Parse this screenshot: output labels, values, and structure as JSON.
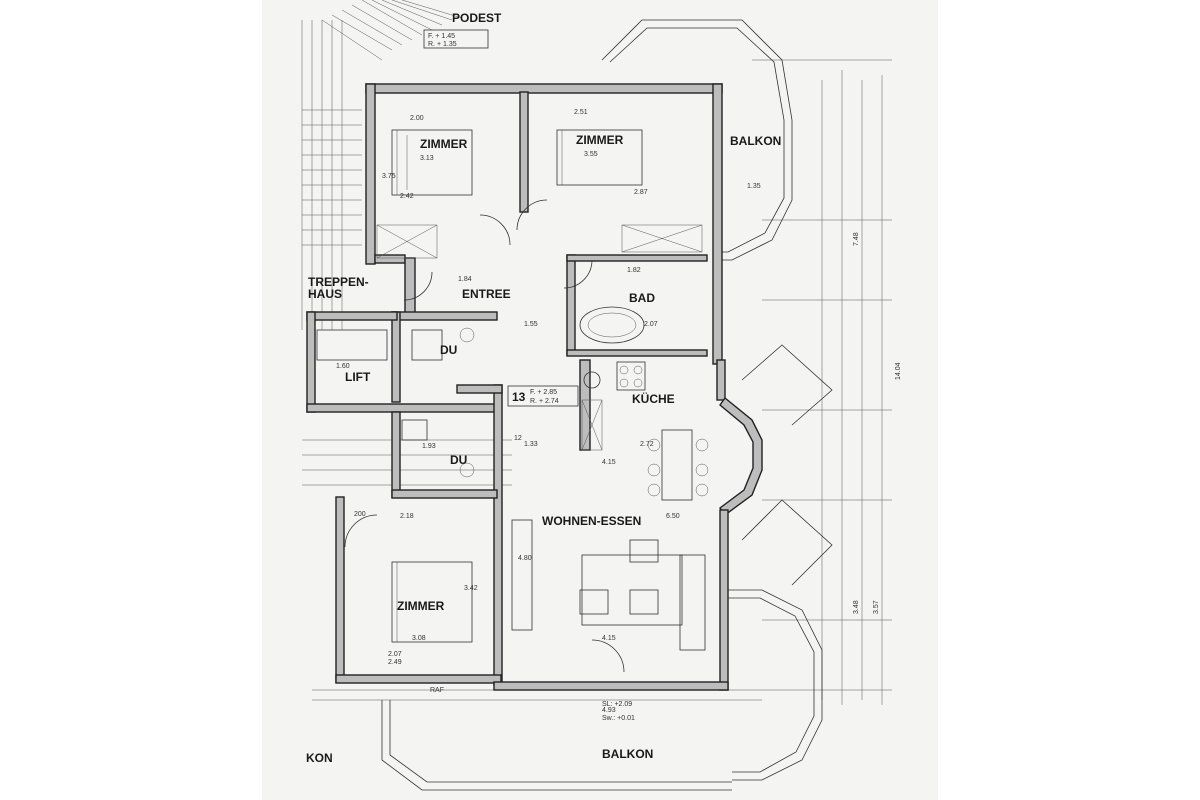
{
  "rooms": {
    "podest": "PODEST",
    "zimmer_1": "ZIMMER",
    "zimmer_2": "ZIMMER",
    "zimmer_3": "ZIMMER",
    "balkon_top": "BALKON",
    "balkon_bottom": "BALKON",
    "balkon_left": "KON",
    "treppenhaus_1": "TREPPEN-",
    "treppenhaus_2": "HAUS",
    "entree": "ENTREE",
    "bad": "BAD",
    "du_1": "DU",
    "du_2": "DU",
    "lift": "LIFT",
    "kueche": "KÜCHE",
    "wohnen_essen": "WOHNEN-ESSEN"
  },
  "levels": {
    "podest_1": "F. + 1.45",
    "podest_2": "R. + 1.35",
    "unit_number": "13",
    "unit_1": "F. + 2.85",
    "unit_2": "R. + 2.74"
  },
  "dimensions": {
    "zimmer1_w": "3.13",
    "zimmer1_top": "2.00",
    "zimmer1_side": "3.75",
    "zimmer1_bottom": "2.42",
    "zimmer2_w": "3.55",
    "zimmer2_top": "2.51",
    "zimmer2_bottom": "2.87",
    "zimmer3_w": "3.08",
    "zimmer3_top": "2.18",
    "zimmer3_side": "3.42",
    "zimmer3_bottom": "2.07",
    "zimmer3_bottom2": "2.49",
    "bad_w": "2.07",
    "bad_top": "1.82",
    "entree_w": "1.84",
    "entree_mid": "1.55",
    "kueche_w": "2.72",
    "kueche_mid": "1.33",
    "wohnen_w": "4.15",
    "wohnen_bottom": "4.15",
    "wohnen_side": "4.80",
    "wohnen_side2": "6.50",
    "du2_w": "1.93",
    "lift_w": "1.60",
    "balkon_top_w": "1.35",
    "balkon_bottom_w": "4.93",
    "total_height": "14.04",
    "outer_1": "7.48",
    "outer_2": "3.57",
    "outer_3": "3.48",
    "sl_1": "SL: +2.09",
    "sl_2": "Sw.: +0.01",
    "wall_12": "12",
    "wall_200": "200",
    "raf": "RAF"
  }
}
